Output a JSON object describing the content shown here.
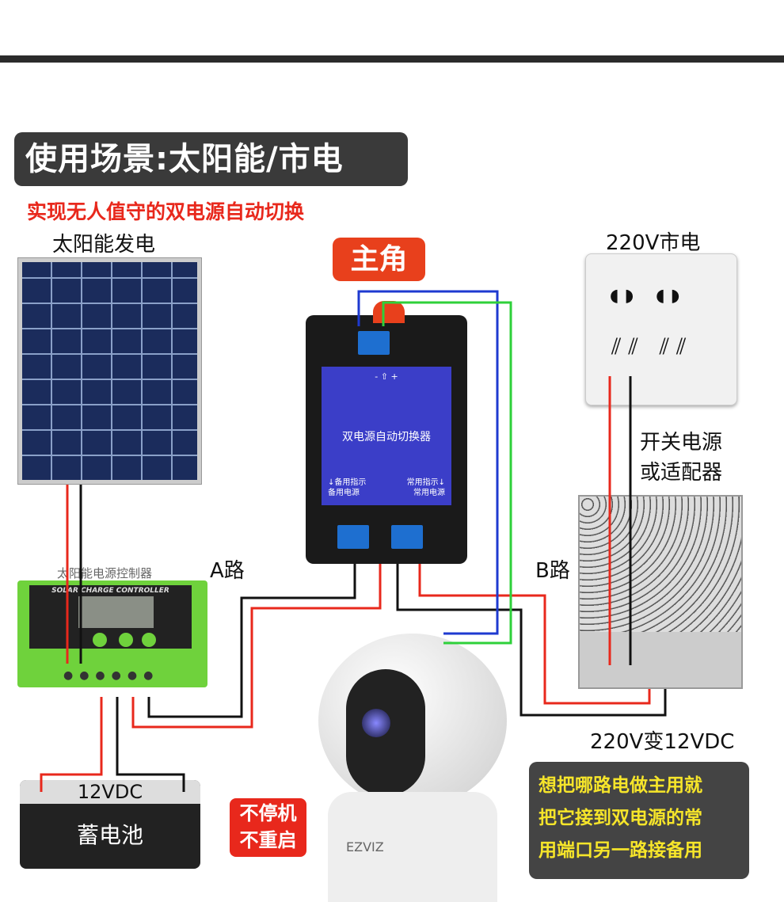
{
  "title": "使用场景:太阳能/市电",
  "subtitle": "实现无人值守的双电源自动切换",
  "solar_label": "太阳能发电",
  "role_badge": "主角",
  "device": {
    "name": "双电源自动切换器",
    "backup_label_1": "↓备用指示",
    "backup_label_2": "备用电源",
    "main_label_1": "常用指示↓",
    "main_label_2": "常用电源",
    "out_label": "- ⇧ +"
  },
  "grid_label": "220V市电",
  "adapter_label_1": "开关电源",
  "adapter_label_2": "或适配器",
  "route_a": "A路",
  "route_b": "B路",
  "controller": {
    "title": "太阳能电源控制器",
    "brand": "SOLAR CHARGE CONTROLLER"
  },
  "psu_label": "220V变12VDC",
  "battery": {
    "voltage": "12VDC",
    "name": "蓄电池"
  },
  "no_stop_1": "不停机",
  "no_stop_2": "不重启",
  "camera_brand": "EZVIZ",
  "note": [
    "想把哪路电做主用就",
    "把它接到双电源的常",
    "用端口另一路接备用"
  ]
}
